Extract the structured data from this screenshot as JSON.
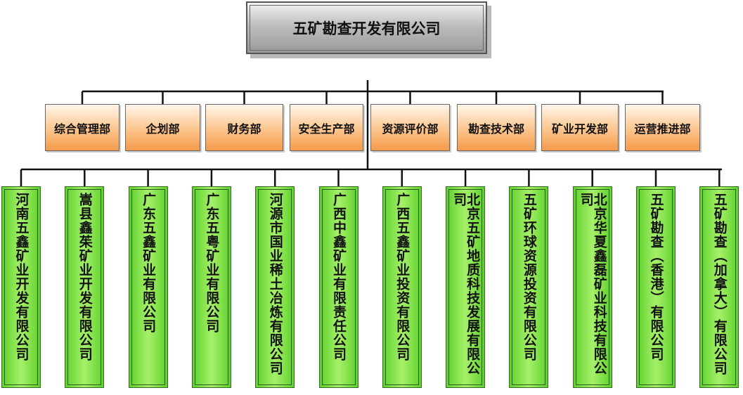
{
  "root": {
    "label": "五矿勘查开发有限公司"
  },
  "departments": [
    {
      "label": "综合管理部"
    },
    {
      "label": "企划部"
    },
    {
      "label": "财务部"
    },
    {
      "label": "安全生产部"
    },
    {
      "label": "资源评价部"
    },
    {
      "label": "勘查技术部"
    },
    {
      "label": "矿业开发部"
    },
    {
      "label": "运营推进部"
    }
  ],
  "subsidiaries": [
    {
      "label": "河南五鑫矿业开发有限公司"
    },
    {
      "label": "嵩县鑫茱矿业开发有限公司"
    },
    {
      "label": "广东五鑫矿业有限公司"
    },
    {
      "label": "广东五粤矿业有限公司"
    },
    {
      "label": "河源市国业稀土冶炼有限公司"
    },
    {
      "label": "广西中鑫矿业有限责任公司"
    },
    {
      "label": "广西五鑫矿业投资有限公司"
    },
    {
      "label": "北京五矿地质科技发展有限公司"
    },
    {
      "label": "五矿环球资源投资有限公司"
    },
    {
      "label": "北京华夏鑫磊矿业科技有限公司"
    },
    {
      "label": "五矿勘查（香港）有限公司"
    },
    {
      "label": "五矿勘查（加拿大）有限公司"
    }
  ],
  "colors": {
    "department": "#fcc48c",
    "subsidiary": "#7ee040",
    "root": "#bdbdbd"
  }
}
